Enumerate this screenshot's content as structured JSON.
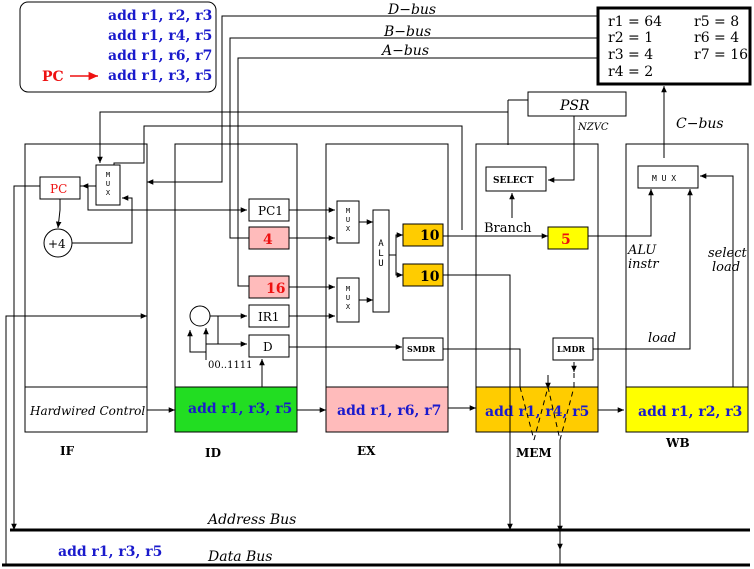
{
  "program": {
    "lines": [
      "add r1, r2, r3",
      "add r1, r4, r5",
      "add r1, r6, r7",
      "add r1, r3, r5"
    ],
    "pc_label": "PC"
  },
  "buses": {
    "d_bus": "D−bus",
    "b_bus": "B−bus",
    "a_bus": "A−bus",
    "c_bus": "C−bus",
    "address_bus": "Address Bus",
    "data_bus": "Data Bus"
  },
  "registers": {
    "left": [
      "r1 = 64",
      "r2 = 1",
      "r3 = 4",
      "r4 = 2"
    ],
    "right": [
      "r5 = 8",
      "r6 = 4",
      "r7 = 16"
    ]
  },
  "psr": {
    "label": "PSR",
    "flags": "NZVC"
  },
  "if_stage": {
    "pc": "PC",
    "mux": "M\nU\nX",
    "adder": "+4",
    "control": "Hardwired Control",
    "name": "IF"
  },
  "id_stage": {
    "pc1": "PC1",
    "reg_a": "4",
    "reg_b": "16",
    "ir1": "IR1",
    "d": "D",
    "imm_range": "00..1111",
    "instruction": "add r1, r3, r5",
    "name": "ID"
  },
  "ex_stage": {
    "mux": "M\nU\nX",
    "alu": "A\nL\nU",
    "out_top": "10",
    "out_bottom": "10",
    "smdr": "SMDR",
    "instruction": "add r1, r6, r7",
    "name": "EX"
  },
  "mem_stage": {
    "select": "SELECT",
    "branch": "Branch",
    "result": "5",
    "lmdr": "LMDR",
    "instruction": "add r1, r4, r5",
    "name": "MEM"
  },
  "wb_stage": {
    "mux": "M U X",
    "alu_instr": "ALU\ninstr",
    "select_load": "select\nload",
    "load": "load",
    "instruction": "add r1, r2, r3",
    "name": "WB"
  },
  "data_bus_instruction": "add r1, r3, r5",
  "colors": {
    "blue_text": "#1a1acc",
    "red": "#ee1111",
    "green": "#22dd22",
    "pink": "#ffbbbb",
    "gold": "#ffcc00",
    "yellow": "#ffff00"
  }
}
